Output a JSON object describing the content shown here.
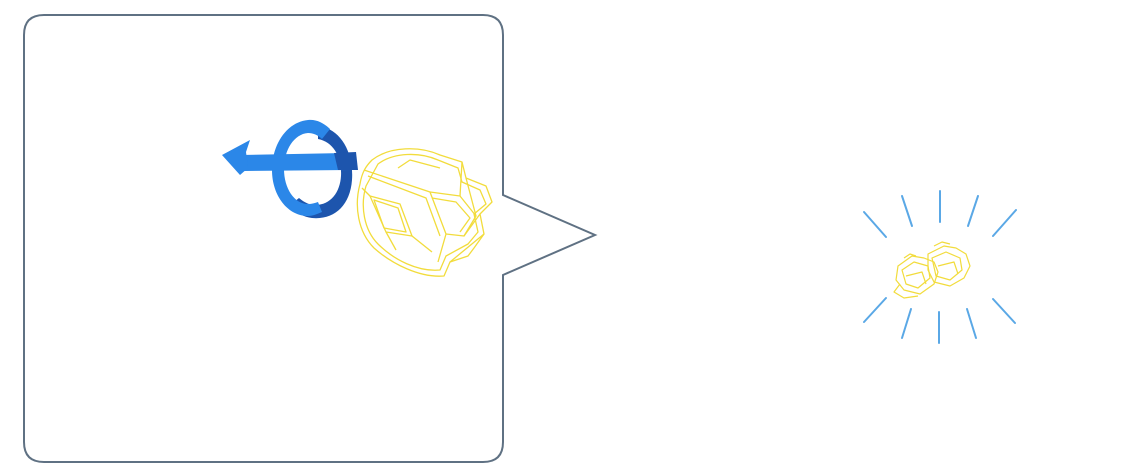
{
  "figure": {
    "kind": "assembly-instruction",
    "callout": {
      "step_icon": "rotate-counterclockwise-arrow-icon",
      "part": "yellow-connector-cap"
    },
    "overview": {
      "part": "small-yellow-connector-pair",
      "highlight": "attention-rays"
    }
  },
  "colors": {
    "callout_border": "#5f7183",
    "part_outline": "#f2dc3c",
    "arrow_light": "#2b87e8",
    "arrow_dark": "#1d55ad",
    "ray": "#5aa8e6",
    "background": "#ffffff"
  }
}
